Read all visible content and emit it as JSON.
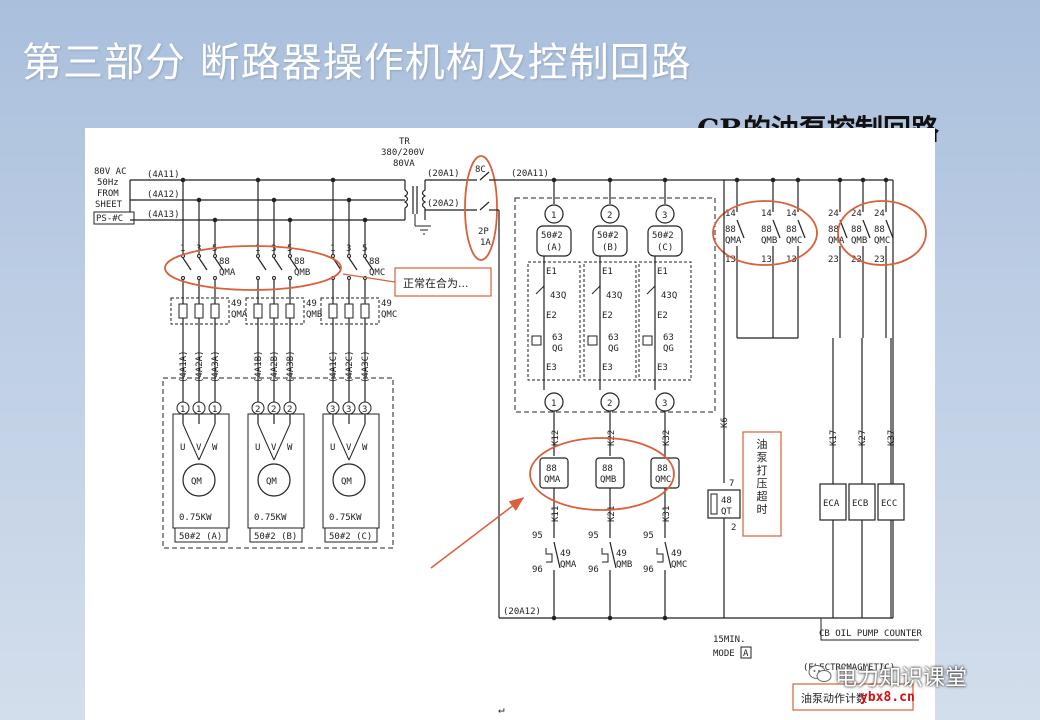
{
  "slide": {
    "title": "第三部分 断路器操作机构及控制回路",
    "subtitle": "CB的油泵控制回路"
  },
  "diagram": {
    "source": {
      "lines": [
        "80V AC",
        "50Hz",
        "FROM",
        "SHEET",
        "PS-#C"
      ]
    },
    "input_wires": [
      "(4A11)",
      "(4A12)",
      "(4A13)"
    ],
    "transformer": {
      "name": "TR",
      "voltage": "380/200V",
      "rating": "80VA"
    },
    "secondary_wires": [
      "(20A1)",
      "(20A2)"
    ],
    "breaker_8c": {
      "label": "8C",
      "label2": "2P",
      "label3": "1A"
    },
    "control_bus": [
      "(20A11)",
      "(20A12)"
    ],
    "contact_numbers": [
      "1",
      "3",
      "5"
    ],
    "contactors": [
      "88 QMA",
      "88 QMB",
      "88 QMC"
    ],
    "contactor_prefix": "88",
    "contactor_names": [
      "QMA",
      "QMB",
      "QMC"
    ],
    "annotation_normal": "正常在合为...",
    "overloads": [
      "QMA",
      "QMB",
      "QMC"
    ],
    "overload_prefix": "49",
    "motor_wires": [
      [
        "(4A1A)",
        "(4A2A)",
        "(4A3A)"
      ],
      [
        "(4A1B)",
        "(4A2B)",
        "(4A3B)"
      ],
      [
        "(4A1C)",
        "(4A2C)",
        "(4A3C)"
      ]
    ],
    "motor_terminal_numbers": [
      "1",
      "2",
      "3"
    ],
    "motor_phase_labels": [
      "U",
      "V",
      "W"
    ],
    "motor": {
      "name": "QM",
      "power": "0.75KW"
    },
    "pump_units": [
      "50#2 (A)",
      "50#2 (B)",
      "50#2 (C)"
    ],
    "pump_unit_numbers": [
      "1",
      "2",
      "3"
    ],
    "pump_unit_prefix": "50#2",
    "pump_unit_suffix": [
      "(A)",
      "(B)",
      "(C)"
    ],
    "control_elements": {
      "e1": "E1",
      "e2": "E2",
      "e3": "E3",
      "sw1": "43Q",
      "sw2a": "63",
      "sw2b": "QG"
    },
    "pump_exit_numbers": [
      "1",
      "2",
      "3"
    ],
    "coil_wires_top": [
      "K12",
      "K22",
      "K32"
    ],
    "coil_wires_bottom": [
      "K11",
      "K21",
      "K31"
    ],
    "relay_contact_numbers": {
      "top": "95",
      "bottom": "96",
      "prefix": "49"
    },
    "aux_top_numbers": [
      "14",
      "24"
    ],
    "aux_bottom_numbers": [
      "13",
      "23"
    ],
    "timer": {
      "wire": "K6",
      "top": "7",
      "label1": "48",
      "label2": "QT",
      "bottom": "2"
    },
    "timer_annotation": "油泵打压超时",
    "counters": [
      "ECA",
      "ECB",
      "ECC"
    ],
    "counter_wires": [
      "K17",
      "K27",
      "K37"
    ],
    "mode_switch": {
      "label1": "15MIN.",
      "label2": "MODE",
      "letter": "A"
    },
    "counter_caption": "CB OIL PUMP COUNTER",
    "counter_caption2": "(ELECTROMAGNETIC)",
    "counter_annotation": "油泵动作计数"
  },
  "watermark": {
    "text": "电力知识课堂",
    "site": "ybx8.cn"
  },
  "colors": {
    "background": "#bccde4",
    "title": "#ffffff",
    "annotation": "#d9603b",
    "line": "#222222"
  }
}
